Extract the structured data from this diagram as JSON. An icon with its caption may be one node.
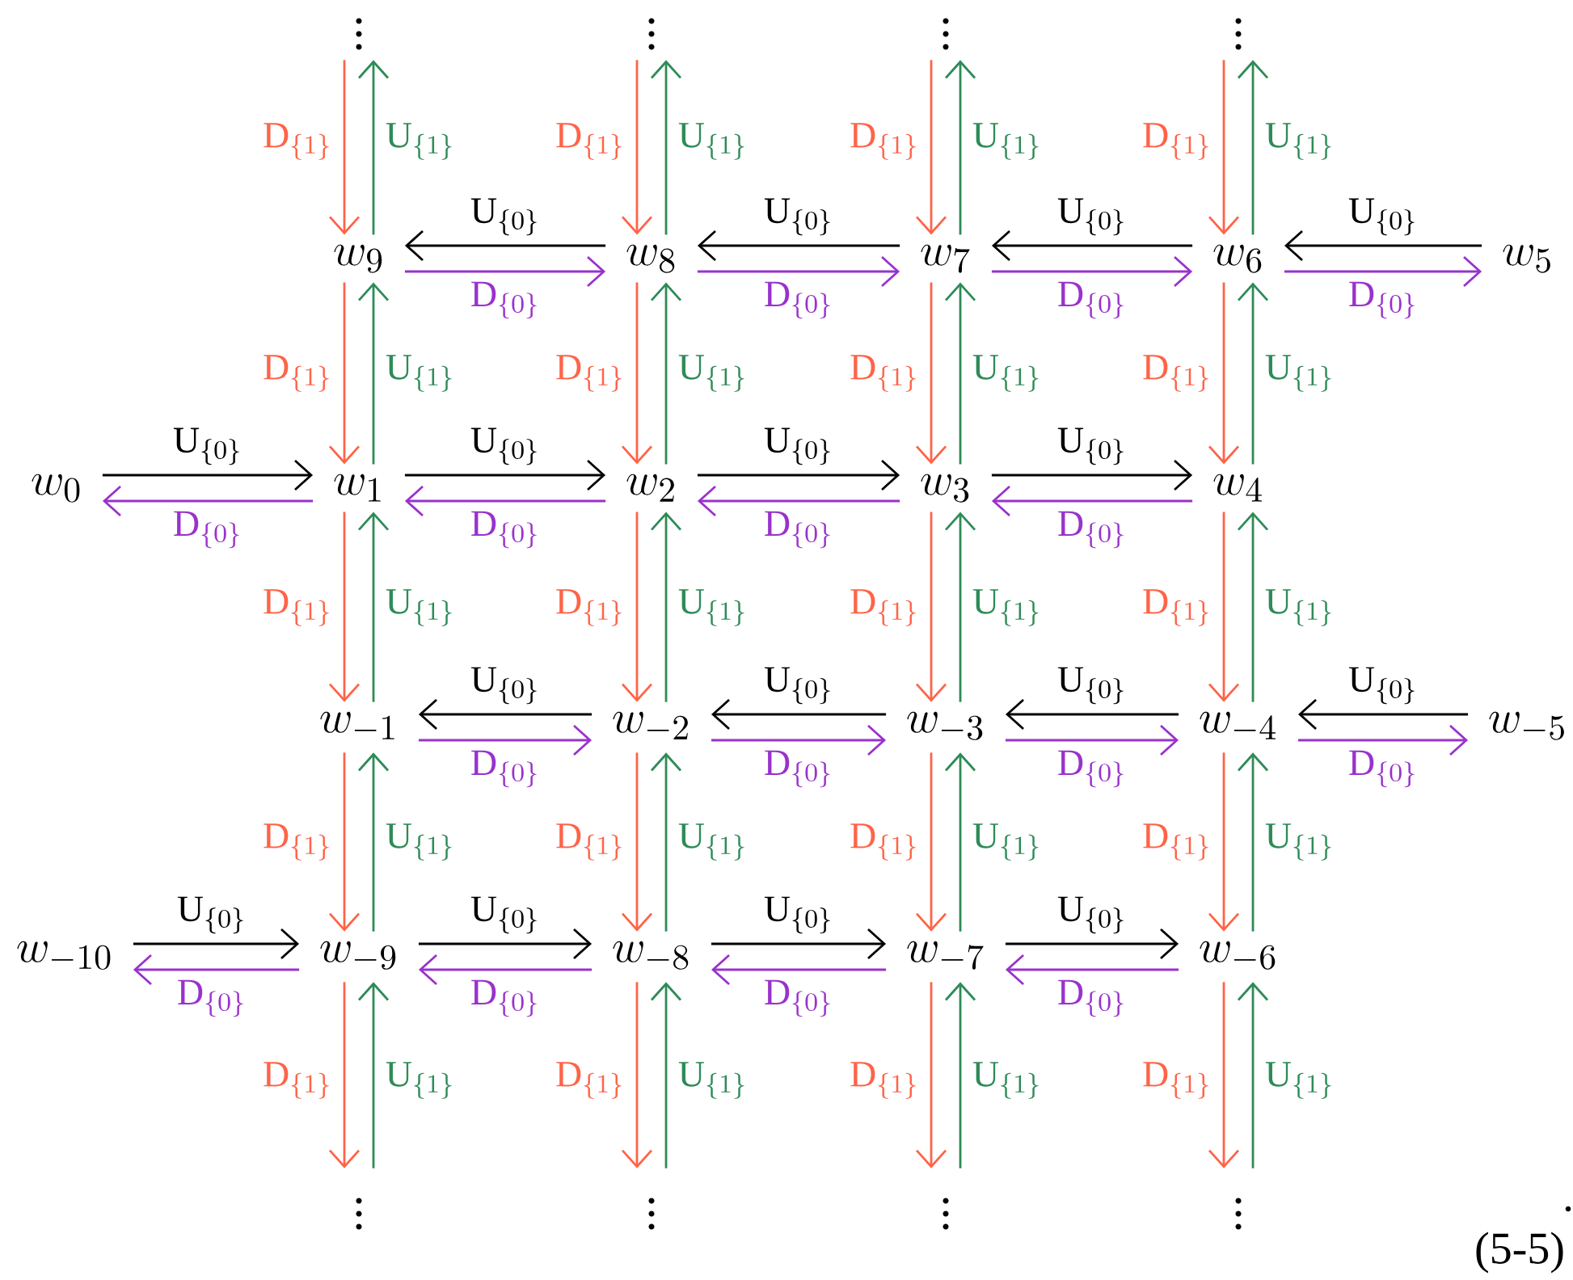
{
  "diagram": {
    "nodes": [
      {
        "text": [
          "\\vdots"
        ]
      },
      {
        "text": [
          "\\vdots"
        ]
      },
      {
        "text": [
          "\\vdots"
        ]
      },
      {
        "text": [
          "\\vdots"
        ]
      },
      {
        "text": [
          "w_{9}"
        ]
      },
      {
        "text": [
          "w_{8}"
        ]
      },
      {
        "text": [
          "w_{7}"
        ]
      },
      {
        "text": [
          "w_{6}"
        ]
      },
      {
        "text": [
          "w_{5}"
        ]
      },
      {
        "text": [
          "w_{0}"
        ]
      },
      {
        "text": [
          "w_{1}"
        ]
      },
      {
        "text": [
          "w_{2}"
        ]
      },
      {
        "text": [
          "w_{3}"
        ]
      },
      {
        "text": [
          "w_{4}"
        ]
      },
      {
        "text": [
          "w_{-1}"
        ]
      },
      {
        "text": [
          "w_{-2}"
        ]
      },
      {
        "text": [
          "w_{-3}"
        ]
      },
      {
        "text": [
          "w_{-4}"
        ]
      },
      {
        "text": [
          "w_{-5}"
        ]
      },
      {
        "text": [
          "w_{-10}"
        ]
      },
      {
        "text": [
          "w_{-9}"
        ]
      },
      {
        "text": [
          "w_{-8}"
        ]
      },
      {
        "text": [
          "w_{-7}"
        ]
      },
      {
        "text": [
          "w_{-6}"
        ]
      },
      {
        "text": [
          "\\vdots"
        ]
      },
      {
        "text": [
          "\\vdots"
        ]
      },
      {
        "text": [
          "\\vdots"
        ]
      },
      {
        "text": [
          "\\vdots"
        ]
      }
    ],
    "edges": [
      {
        "from": 0,
        "to": 4,
        "arrow": "to",
        "label": "\\mathrm{D}_{\\{1\\}}",
        "color": "#ff6347"
      },
      {
        "from": 4,
        "to": 0,
        "arrow": "to",
        "label": "\\mathrm{U}_{\\{1\\}}",
        "color": "#2e8b57"
      },
      {
        "from": 4,
        "to": 10,
        "arrow": "to",
        "label": "\\mathrm{D}_{\\{1\\}}",
        "color": "#ff6347"
      },
      {
        "from": 10,
        "to": 4,
        "arrow": "to",
        "label": "\\mathrm{U}_{\\{1\\}}",
        "color": "#2e8b57"
      },
      {
        "from": 10,
        "to": 14,
        "arrow": "to",
        "label": "\\mathrm{D}_{\\{1\\}}",
        "color": "#ff6347"
      },
      {
        "from": 14,
        "to": 10,
        "arrow": "to",
        "label": "\\mathrm{U}_{\\{1\\}}",
        "color": "#2e8b57"
      },
      {
        "from": 14,
        "to": 20,
        "arrow": "to",
        "label": "\\mathrm{D}_{\\{1\\}}",
        "color": "#ff6347"
      },
      {
        "from": 20,
        "to": 14,
        "arrow": "to",
        "label": "\\mathrm{U}_{\\{1\\}}",
        "color": "#2e8b57"
      },
      {
        "from": 20,
        "to": 24,
        "arrow": "to",
        "label": "\\mathrm{D}_{\\{1\\}}",
        "color": "#ff6347"
      },
      {
        "from": 24,
        "to": 20,
        "arrow": "to",
        "label": "\\mathrm{U}_{\\{1\\}}",
        "color": "#2e8b57"
      },
      {
        "from": 1,
        "to": 5,
        "arrow": "to",
        "label": "\\mathrm{D}_{\\{1\\}}",
        "color": "#ff6347"
      },
      {
        "from": 5,
        "to": 1,
        "arrow": "to",
        "label": "\\mathrm{U}_{\\{1\\}}",
        "color": "#2e8b57"
      },
      {
        "from": 5,
        "to": 11,
        "arrow": "to",
        "label": "\\mathrm{D}_{\\{1\\}}",
        "color": "#ff6347"
      },
      {
        "from": 11,
        "to": 5,
        "arrow": "to",
        "label": "\\mathrm{U}_{\\{1\\}}",
        "color": "#2e8b57"
      },
      {
        "from": 11,
        "to": 15,
        "arrow": "to",
        "label": "\\mathrm{D}_{\\{1\\}}",
        "color": "#ff6347"
      },
      {
        "from": 15,
        "to": 11,
        "arrow": "to",
        "label": "\\mathrm{U}_{\\{1\\}}",
        "color": "#2e8b57"
      },
      {
        "from": 15,
        "to": 21,
        "arrow": "to",
        "label": "\\mathrm{D}_{\\{1\\}}",
        "color": "#ff6347"
      },
      {
        "from": 21,
        "to": 15,
        "arrow": "to",
        "label": "\\mathrm{U}_{\\{1\\}}",
        "color": "#2e8b57"
      },
      {
        "from": 21,
        "to": 25,
        "arrow": "to",
        "label": "\\mathrm{D}_{\\{1\\}}",
        "color": "#ff6347"
      },
      {
        "from": 25,
        "to": 21,
        "arrow": "to",
        "label": "\\mathrm{U}_{\\{1\\}}",
        "color": "#2e8b57"
      },
      {
        "from": 2,
        "to": 6,
        "arrow": "to",
        "label": "\\mathrm{D}_{\\{1\\}}",
        "color": "#ff6347"
      },
      {
        "from": 6,
        "to": 2,
        "arrow": "to",
        "label": "\\mathrm{U}_{\\{1\\}}",
        "color": "#2e8b57"
      },
      {
        "from": 6,
        "to": 12,
        "arrow": "to",
        "label": "\\mathrm{D}_{\\{1\\}}",
        "color": "#ff6347"
      },
      {
        "from": 12,
        "to": 6,
        "arrow": "to",
        "label": "\\mathrm{U}_{\\{1\\}}",
        "color": "#2e8b57"
      },
      {
        "from": 12,
        "to": 16,
        "arrow": "to",
        "label": "\\mathrm{D}_{\\{1\\}}",
        "color": "#ff6347"
      },
      {
        "from": 16,
        "to": 12,
        "arrow": "to",
        "label": "\\mathrm{U}_{\\{1\\}}",
        "color": "#2e8b57"
      },
      {
        "from": 16,
        "to": 22,
        "arrow": "to",
        "label": "\\mathrm{D}_{\\{1\\}}",
        "color": "#ff6347"
      },
      {
        "from": 22,
        "to": 16,
        "arrow": "to",
        "label": "\\mathrm{U}_{\\{1\\}}",
        "color": "#2e8b57"
      },
      {
        "from": 22,
        "to": 26,
        "arrow": "to",
        "label": "\\mathrm{D}_{\\{1\\}}",
        "color": "#ff6347"
      },
      {
        "from": 26,
        "to": 22,
        "arrow": "to",
        "label": "\\mathrm{U}_{\\{1\\}}",
        "color": "#2e8b57"
      },
      {
        "from": 3,
        "to": 7,
        "arrow": "to",
        "label": "\\mathrm{D}_{\\{1\\}}",
        "color": "#ff6347"
      },
      {
        "from": 7,
        "to": 3,
        "arrow": "to",
        "label": "\\mathrm{U}_{\\{1\\}}",
        "color": "#2e8b57"
      },
      {
        "from": 7,
        "to": 13,
        "arrow": "to",
        "label": "\\mathrm{D}_{\\{1\\}}",
        "color": "#ff6347"
      },
      {
        "from": 13,
        "to": 7,
        "arrow": "to",
        "label": "\\mathrm{U}_{\\{1\\}}",
        "color": "#2e8b57"
      },
      {
        "from": 13,
        "to": 17,
        "arrow": "to",
        "label": "\\mathrm{D}_{\\{1\\}}",
        "color": "#ff6347"
      },
      {
        "from": 17,
        "to": 13,
        "arrow": "to",
        "label": "\\mathrm{U}_{\\{1\\}}",
        "color": "#2e8b57"
      },
      {
        "from": 17,
        "to": 23,
        "arrow": "to",
        "label": "\\mathrm{D}_{\\{1\\}}",
        "color": "#ff6347"
      },
      {
        "from": 23,
        "to": 17,
        "arrow": "to",
        "label": "\\mathrm{U}_{\\{1\\}}",
        "color": "#2e8b57"
      },
      {
        "from": 23,
        "to": 27,
        "arrow": "to",
        "label": "\\mathrm{D}_{\\{1\\}}",
        "color": "#ff6347"
      },
      {
        "from": 27,
        "to": 23,
        "arrow": "to",
        "label": "\\mathrm{U}_{\\{1\\}}",
        "color": "#2e8b57"
      },
      {
        "from": 5,
        "to": 4,
        "arrow": "to",
        "label": "\\mathrm{U}_{\\{0\\}}",
        "color": "#000000"
      },
      {
        "from": 4,
        "to": 5,
        "arrow": "to",
        "label": "\\mathrm{D}_{\\{0\\}}",
        "color": "#9932cc"
      },
      {
        "from": 6,
        "to": 5,
        "arrow": "to",
        "label": "\\mathrm{U}_{\\{0\\}}",
        "color": "#000000"
      },
      {
        "from": 5,
        "to": 6,
        "arrow": "to",
        "label": "\\mathrm{D}_{\\{0\\}}",
        "color": "#9932cc"
      },
      {
        "from": 7,
        "to": 6,
        "arrow": "to",
        "label": "\\mathrm{U}_{\\{0\\}}",
        "color": "#000000"
      },
      {
        "from": 6,
        "to": 7,
        "arrow": "to",
        "label": "\\mathrm{D}_{\\{0\\}}",
        "color": "#9932cc"
      },
      {
        "from": 8,
        "to": 7,
        "arrow": "to",
        "label": "\\mathrm{U}_{\\{0\\}}",
        "color": "#000000"
      },
      {
        "from": 7,
        "to": 8,
        "arrow": "to",
        "label": "\\mathrm{D}_{\\{0\\}}",
        "color": "#9932cc"
      },
      {
        "from": 9,
        "to": 10,
        "arrow": "to",
        "label": "\\mathrm{U}_{\\{0\\}}",
        "color": "#000000"
      },
      {
        "from": 10,
        "to": 9,
        "arrow": "to",
        "label": "\\mathrm{D}_{\\{0\\}}",
        "color": "#9932cc"
      },
      {
        "from": 10,
        "to": 11,
        "arrow": "to",
        "label": "\\mathrm{U}_{\\{0\\}}",
        "color": "#000000"
      },
      {
        "from": 11,
        "to": 10,
        "arrow": "to",
        "label": "\\mathrm{D}_{\\{0\\}}",
        "color": "#9932cc"
      },
      {
        "from": 11,
        "to": 12,
        "arrow": "to",
        "label": "\\mathrm{U}_{\\{0\\}}",
        "color": "#000000"
      },
      {
        "from": 12,
        "to": 11,
        "arrow": "to",
        "label": "\\mathrm{D}_{\\{0\\}}",
        "color": "#9932cc"
      },
      {
        "from": 12,
        "to": 13,
        "arrow": "to",
        "label": "\\mathrm{U}_{\\{0\\}}",
        "color": "#000000"
      },
      {
        "from": 13,
        "to": 12,
        "arrow": "to",
        "label": "\\mathrm{D}_{\\{0\\}}",
        "color": "#9932cc"
      },
      {
        "from": 15,
        "to": 14,
        "arrow": "to",
        "label": "\\mathrm{U}_{\\{0\\}}",
        "color": "#000000"
      },
      {
        "from": 14,
        "to": 15,
        "arrow": "to",
        "label": "\\mathrm{D}_{\\{0\\}}",
        "color": "#9932cc"
      },
      {
        "from": 16,
        "to": 15,
        "arrow": "to",
        "label": "\\mathrm{U}_{\\{0\\}}",
        "color": "#000000"
      },
      {
        "from": 15,
        "to": 16,
        "arrow": "to",
        "label": "\\mathrm{D}_{\\{0\\}}",
        "color": "#9932cc"
      },
      {
        "from": 17,
        "to": 16,
        "arrow": "to",
        "label": "\\mathrm{U}_{\\{0\\}}",
        "color": "#000000"
      },
      {
        "from": 16,
        "to": 17,
        "arrow": "to",
        "label": "\\mathrm{D}_{\\{0\\}}",
        "color": "#9932cc"
      },
      {
        "from": 18,
        "to": 17,
        "arrow": "to",
        "label": "\\mathrm{U}_{\\{0\\}}",
        "color": "#000000"
      },
      {
        "from": 17,
        "to": 18,
        "arrow": "to",
        "label": "\\mathrm{D}_{\\{0\\}}",
        "color": "#9932cc"
      },
      {
        "from": 19,
        "to": 20,
        "arrow": "to",
        "label": "\\mathrm{U}_{\\{0\\}}",
        "color": "#000000"
      },
      {
        "from": 20,
        "to": 19,
        "arrow": "to",
        "label": "\\mathrm{D}_{\\{0\\}}",
        "color": "#9932cc"
      },
      {
        "from": 20,
        "to": 21,
        "arrow": "to",
        "label": "\\mathrm{U}_{\\{0\\}}",
        "color": "#000000"
      },
      {
        "from": 21,
        "to": 20,
        "arrow": "to",
        "label": "\\mathrm{D}_{\\{0\\}}",
        "color": "#9932cc"
      },
      {
        "from": 21,
        "to": 22,
        "arrow": "to",
        "label": "\\mathrm{U}_{\\{0\\}}",
        "color": "#000000"
      },
      {
        "from": 22,
        "to": 21,
        "arrow": "to",
        "label": "\\mathrm{D}_{\\{0\\}}",
        "color": "#9932cc"
      },
      {
        "from": 22,
        "to": 23,
        "arrow": "to",
        "label": "\\mathrm{U}_{\\{0\\}}",
        "color": "#000000"
      },
      {
        "from": 23,
        "to": 22,
        "arrow": "to",
        "label": "\\mathrm{D}_{\\{0\\}}",
        "color": "#9932cc"
      }
    ],
    "labels": [
      ".",
      "(5-5)"
    ]
  }
}
